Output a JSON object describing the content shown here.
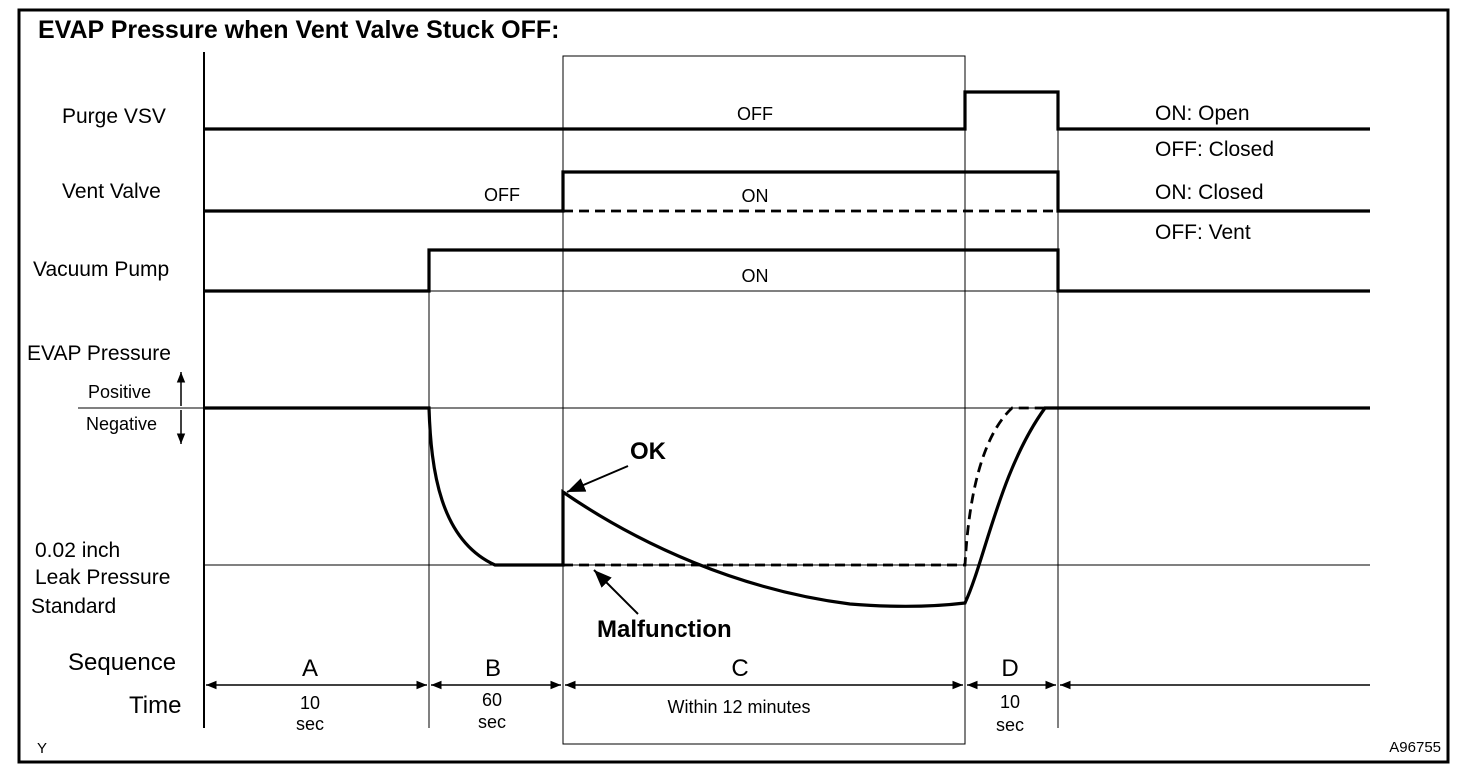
{
  "title": "EVAP Pressure when Vent Valve Stuck OFF:",
  "signals": {
    "purge_vsv": {
      "label": "Purge VSV",
      "state_off": "OFF"
    },
    "vent_valve": {
      "label": "Vent Valve",
      "state_off": "OFF",
      "state_on": "ON"
    },
    "vacuum_pump": {
      "label": "Vacuum Pump",
      "state_on": "ON"
    },
    "evap_pressure": {
      "label": "EVAP Pressure",
      "positive": "Positive",
      "negative": "Negative"
    }
  },
  "legend": {
    "purge_on": "ON: Open",
    "purge_off": "OFF: Closed",
    "vent_on": "ON: Closed",
    "vent_off": "OFF: Vent"
  },
  "leak_standard": {
    "line1": "0.02 inch",
    "line2": "Leak Pressure",
    "line3": "Standard"
  },
  "annotations": {
    "ok": "OK",
    "malfunction": "Malfunction"
  },
  "row_labels": {
    "sequence": "Sequence",
    "time": "Time"
  },
  "sequence": [
    {
      "letter": "A",
      "time_line1": "10",
      "time_line2": "sec"
    },
    {
      "letter": "B",
      "time_line1": "60",
      "time_line2": "sec"
    },
    {
      "letter": "C",
      "time_line1": "Within 12 minutes",
      "time_line2": ""
    },
    {
      "letter": "D",
      "time_line1": "10",
      "time_line2": "sec"
    }
  ],
  "corner": {
    "left": "Y",
    "right": "A96755"
  }
}
